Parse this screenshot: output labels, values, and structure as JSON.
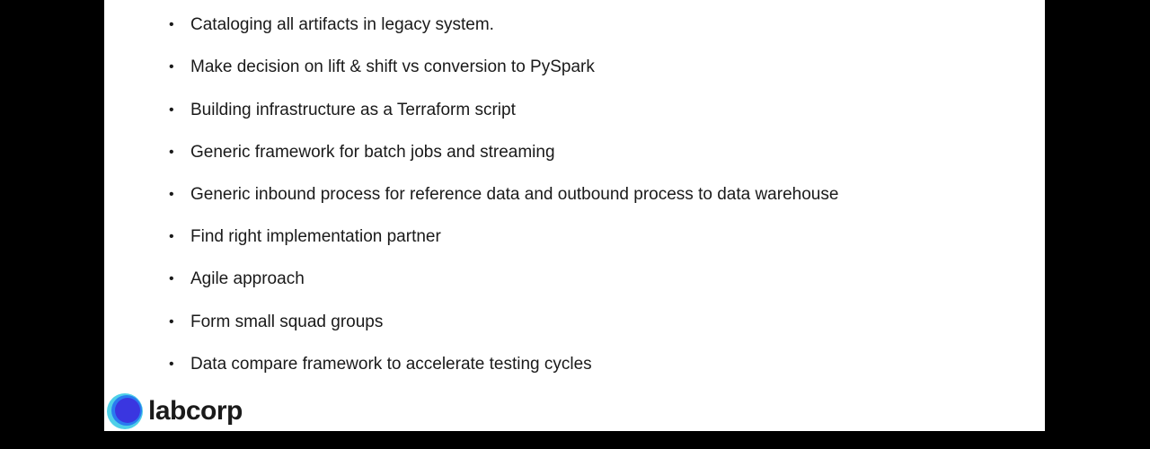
{
  "slide": {
    "bullets": [
      "Cataloging all artifacts in legacy system.",
      "Make decision on lift & shift vs conversion to PySpark",
      "Building infrastructure as a Terraform script",
      "Generic framework for batch jobs and streaming",
      "Generic inbound process for reference data and outbound process to data warehouse",
      "Find right implementation partner",
      "Agile approach",
      "Form small squad groups",
      "Data compare framework to accelerate testing cycles"
    ],
    "bullet_glyph": "•",
    "logo_text": "labcorp"
  }
}
